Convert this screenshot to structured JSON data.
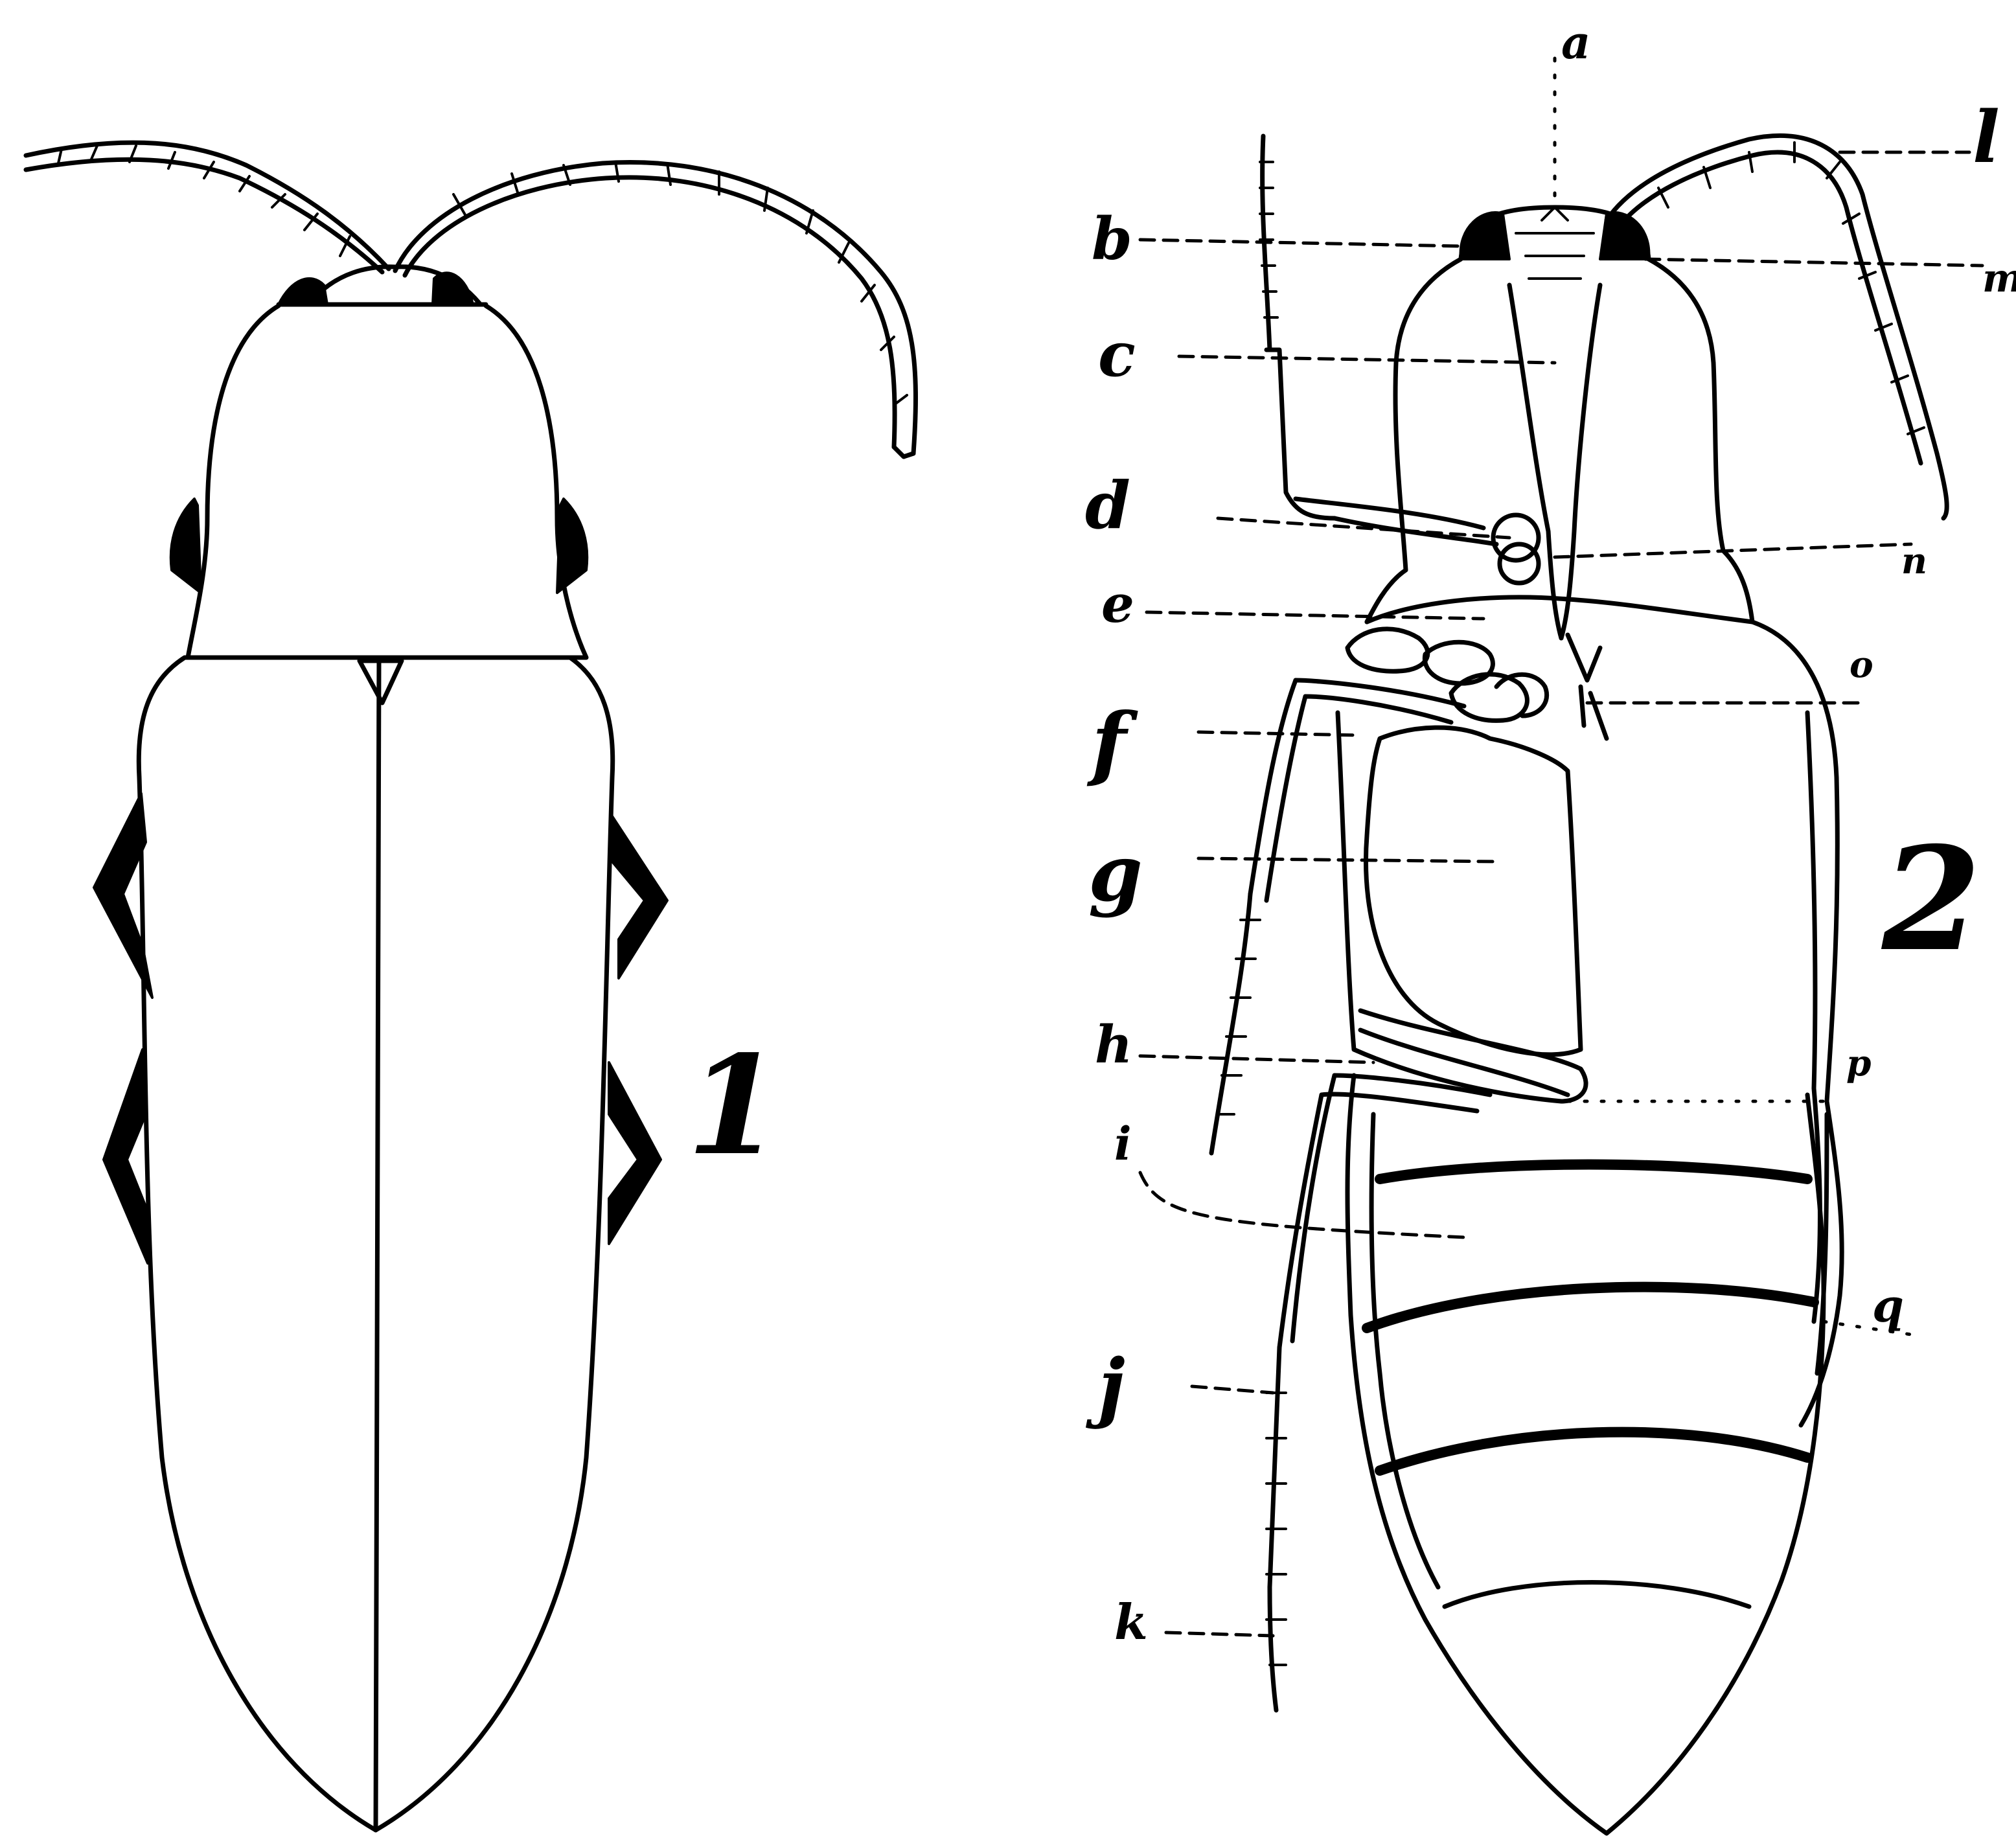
{
  "figures": [
    {
      "id": "1",
      "number": "1"
    },
    {
      "id": "2",
      "number": "2"
    }
  ],
  "callouts": {
    "a": "a",
    "b": "b",
    "c": "c",
    "d": "d",
    "e": "e",
    "f": "f",
    "g": "g",
    "h": "h",
    "i": "i",
    "j": "j",
    "k": "k",
    "l": "l",
    "m": "m",
    "n": "n",
    "o": "o",
    "p": "p",
    "q": "q"
  }
}
